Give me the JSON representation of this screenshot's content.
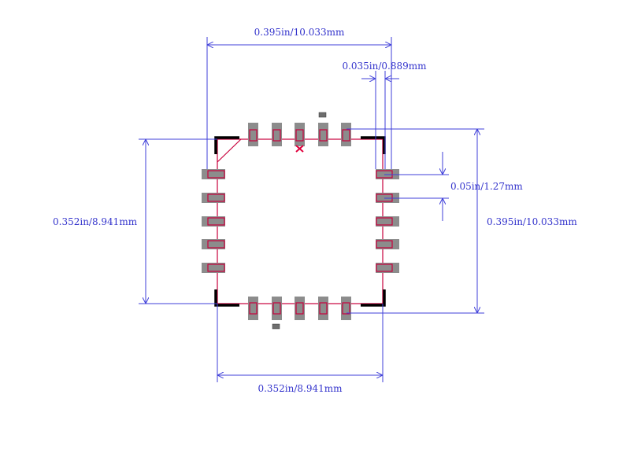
{
  "dimensions": {
    "top_width": "0.395in/10.033mm",
    "pitch_h": "0.035in/0.889mm",
    "pitch_v": "0.05in/1.27mm",
    "left_height": "0.352in/8.941mm",
    "right_height": "0.395in/10.033mm",
    "bottom_width": "0.352in/8.941mm"
  },
  "colors": {
    "dimension": "#3f3fd9",
    "pad": "#8c8c8c",
    "body_outline": "#c8003c",
    "silkscreen": "#000000"
  },
  "footprint": {
    "pins_per_side": 5,
    "sides": [
      "top",
      "right",
      "bottom",
      "left"
    ]
  }
}
